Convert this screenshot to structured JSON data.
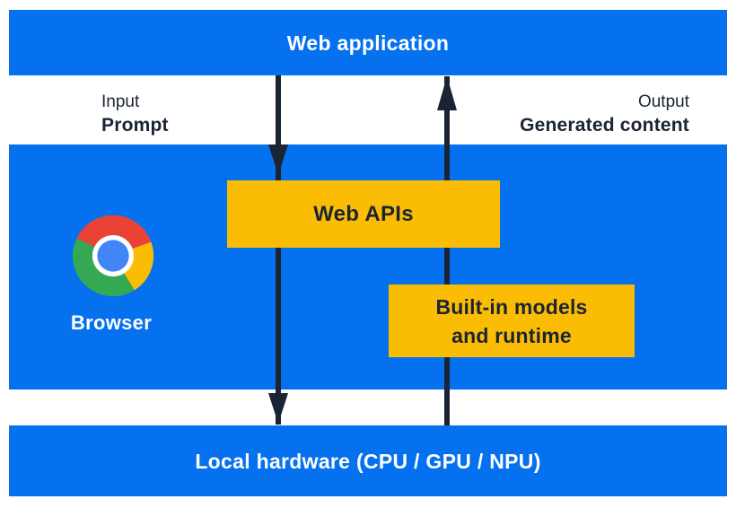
{
  "bars": {
    "web_application": "Web application",
    "local_hardware": "Local hardware (CPU / GPU / NPU)"
  },
  "io": {
    "input_title": "Input",
    "input_subtitle": "Prompt",
    "output_title": "Output",
    "output_subtitle": "Generated content"
  },
  "browser": {
    "label": "Browser",
    "logo_icon": "chrome-logo-icon"
  },
  "boxes": {
    "web_apis": "Web APIs",
    "built_in_line1": "Built-in models",
    "built_in_line2": "and runtime"
  },
  "arrows": {
    "down_arrow": "prompt-input-flow-down",
    "up_arrow": "generated-content-flow-up"
  },
  "colors": {
    "section_blue": "#0571ef",
    "box_yellow": "#fbbc04",
    "ink_navy": "#1b2433",
    "text_white": "#ffffff",
    "chrome_red": "#ea4335",
    "chrome_yellow": "#fbbc04",
    "chrome_green": "#34a853",
    "chrome_blue": "#4285f4"
  }
}
